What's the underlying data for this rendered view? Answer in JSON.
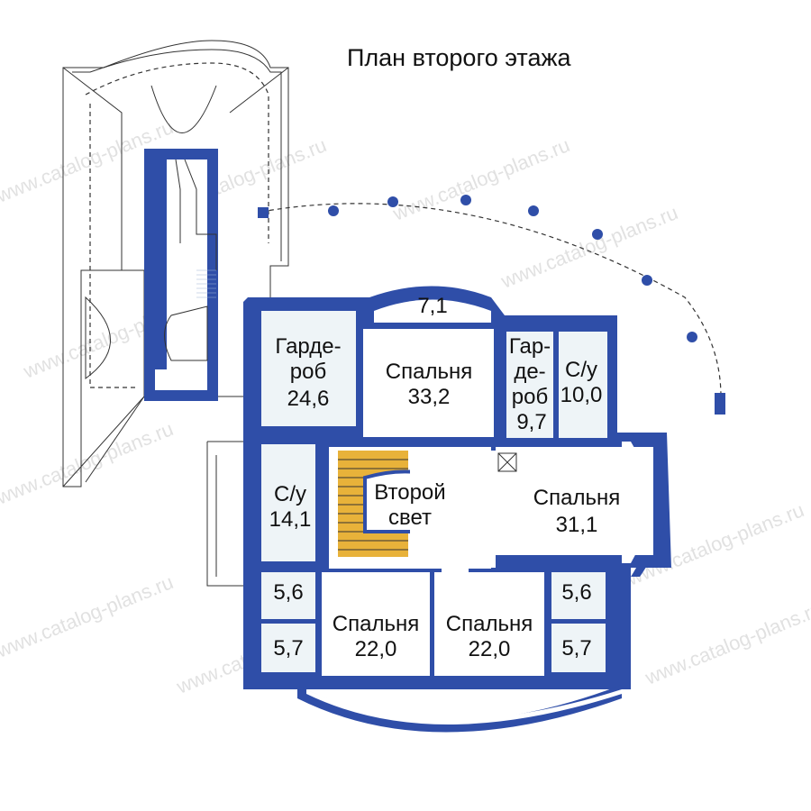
{
  "title": "План второго этажа",
  "rooms": {
    "garderob_left": {
      "name": "Гарде-\nроб",
      "area": "24,6"
    },
    "bedroom_top": {
      "name": "Спальня",
      "area": "33,2"
    },
    "garderob_right": {
      "name": "Гар-\nде-\nроб",
      "area": "9,7"
    },
    "bath_top": {
      "name": "С/у",
      "area": "10,0"
    },
    "balcony_top": {
      "area": "7,1"
    },
    "bath_left": {
      "name": "С/у",
      "area": "14,1"
    },
    "second_light": {
      "name": "Второй\nсвет"
    },
    "bedroom_right": {
      "name": "Спальня",
      "area": "31,1"
    },
    "small_tl": {
      "area": "5,6"
    },
    "small_bl": {
      "area": "5,7"
    },
    "small_tr": {
      "area": "5,6"
    },
    "small_br": {
      "area": "5,7"
    },
    "bedroom_bl": {
      "name": "Спальня",
      "area": "22,0"
    },
    "bedroom_br": {
      "name": "Спальня",
      "area": "22,0"
    }
  },
  "watermark": "www.catalog-plans.ru",
  "colors": {
    "wall": "#2f4ea8",
    "stair": "#e8b23a",
    "tile": "#eef4f7"
  }
}
